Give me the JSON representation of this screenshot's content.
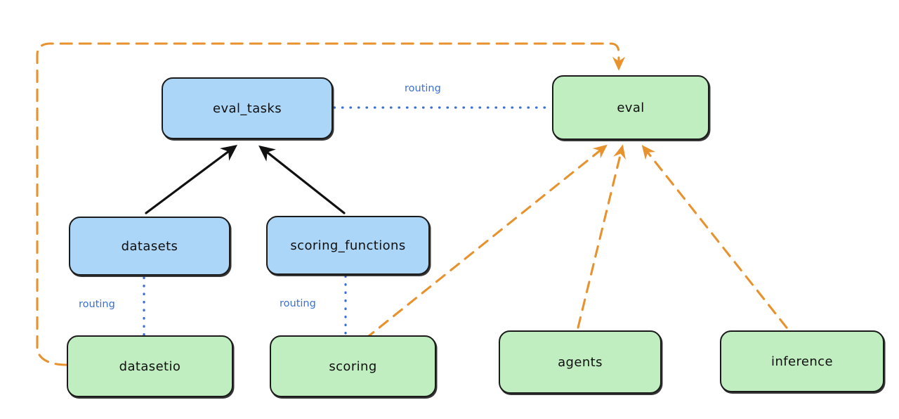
{
  "diagram": {
    "type": "flow-graph",
    "title": "",
    "background_color": "#ffffff",
    "style": "hand-drawn",
    "colors": {
      "api_node_fill": "#abd6f8",
      "provider_node_fill": "#c0eec0",
      "node_stroke": "#1b1b1b",
      "routing_edge": "#3a6fd8",
      "dependency_edge": "#e8922e",
      "solid_edge": "#111111"
    },
    "nodes": [
      {
        "id": "eval_tasks",
        "label": "eval_tasks",
        "kind": "api",
        "fill": "#abd6f8"
      },
      {
        "id": "eval",
        "label": "eval",
        "kind": "api",
        "fill": "#c0eec0"
      },
      {
        "id": "datasets",
        "label": "datasets",
        "kind": "api",
        "fill": "#abd6f8"
      },
      {
        "id": "scoring_functions",
        "label": "scoring_functions",
        "kind": "api",
        "fill": "#abd6f8"
      },
      {
        "id": "datasetio",
        "label": "datasetio",
        "kind": "provider",
        "fill": "#c0eec0"
      },
      {
        "id": "scoring",
        "label": "scoring",
        "kind": "provider",
        "fill": "#c0eec0"
      },
      {
        "id": "agents",
        "label": "agents",
        "kind": "provider",
        "fill": "#c0eec0"
      },
      {
        "id": "inference",
        "label": "inference",
        "kind": "provider",
        "fill": "#c0eec0"
      }
    ],
    "edges": [
      {
        "from": "eval_tasks",
        "to": "eval",
        "label": "routing",
        "style": "dotted",
        "color": "#3a6fd8",
        "arrow": false
      },
      {
        "from": "datasets",
        "to": "datasetio",
        "label": "routing",
        "style": "dotted",
        "color": "#3a6fd8",
        "arrow": false
      },
      {
        "from": "scoring_functions",
        "to": "scoring",
        "label": "routing",
        "style": "dotted",
        "color": "#3a6fd8",
        "arrow": false
      },
      {
        "from": "datasets",
        "to": "eval_tasks",
        "label": "",
        "style": "solid",
        "color": "#111111",
        "arrow": true
      },
      {
        "from": "scoring_functions",
        "to": "eval_tasks",
        "label": "",
        "style": "solid",
        "color": "#111111",
        "arrow": true
      },
      {
        "from": "datasetio",
        "to": "eval",
        "label": "",
        "style": "dashed",
        "color": "#e8922e",
        "arrow": true
      },
      {
        "from": "scoring",
        "to": "eval",
        "label": "",
        "style": "dashed",
        "color": "#e8922e",
        "arrow": true
      },
      {
        "from": "agents",
        "to": "eval",
        "label": "",
        "style": "dashed",
        "color": "#e8922e",
        "arrow": true
      },
      {
        "from": "inference",
        "to": "eval",
        "label": "",
        "style": "dashed",
        "color": "#e8922e",
        "arrow": true
      }
    ],
    "edge_labels": {
      "routing_eval": "routing",
      "routing_datasets": "routing",
      "routing_scoring": "routing"
    }
  }
}
